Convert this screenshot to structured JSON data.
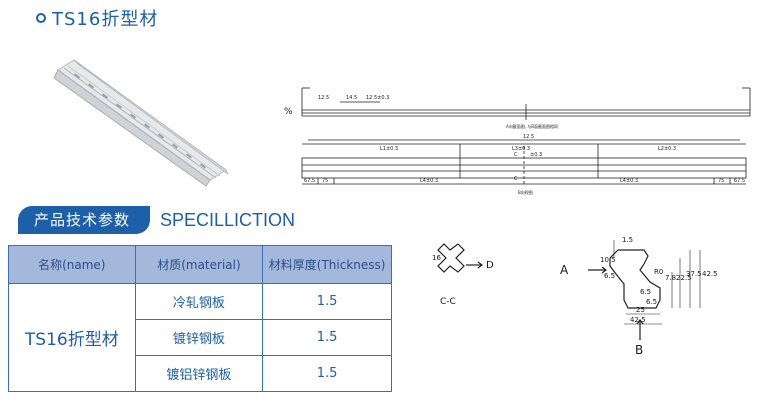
{
  "title": {
    "text": "TS16折型材"
  },
  "section": {
    "label_cn": "产品技术参数",
    "label_en": "SPECILLICTION"
  },
  "table": {
    "headers": [
      "名称(name)",
      "材质(material)",
      "材料厚度(Thickness)"
    ],
    "product_name": "TS16折型材",
    "rows": [
      {
        "material": "冷轧钢板",
        "thickness": "1.5"
      },
      {
        "material": "镀锌钢板",
        "thickness": "1.5"
      },
      {
        "material": "镀铝锌钢板",
        "thickness": "1.5"
      }
    ]
  },
  "drawing_top": {
    "dims_top": [
      "12.5",
      "14.5",
      "12.5±0.3"
    ],
    "note_top": "A向截面图, 与B面截面图相同",
    "dims_mid_row1": [
      "12.5",
      "L1±0.3",
      "L3±0.3",
      "L2±0.3"
    ],
    "dims_mid_row2": [
      "67.5",
      "75",
      "L4±0.3",
      "L4±0.3",
      "75",
      "67.5"
    ],
    "cut_label": "C",
    "cut_label2": "C",
    "dim_center": "±0.3",
    "note_bottom": "B向视图",
    "slope_label": "%"
  },
  "drawing_bottom": {
    "section_label": "C-C",
    "arrow_d": "D",
    "dim_c": "16",
    "arrow_a": "A",
    "arrow_b": "B",
    "dims": [
      "1.5",
      "10.5",
      "6.5",
      "6.5",
      "R0",
      "7.8",
      "22.5",
      "37.5",
      "42.5",
      "6.5",
      "25",
      "42.5"
    ]
  },
  "colors": {
    "accent": "#1d5fa8",
    "header_bg": "#a4b8dc",
    "border": "#3d6db3"
  }
}
